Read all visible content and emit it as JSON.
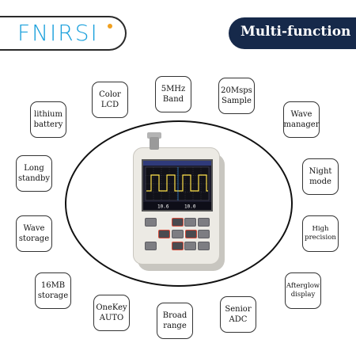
{
  "brand": {
    "logo_text": "FNIRSI"
  },
  "header": {
    "title": "Multi-function"
  },
  "features": [
    {
      "id": "lithium-battery",
      "label": "lithium battery"
    },
    {
      "id": "color-lcd",
      "label": "Color LCD"
    },
    {
      "id": "5mhz-band",
      "label": "5MHz Band"
    },
    {
      "id": "20msps-sample",
      "label": "20Msps Sample"
    },
    {
      "id": "wave-manager",
      "label": "Wave manager"
    },
    {
      "id": "long-standby",
      "label": "Long standby"
    },
    {
      "id": "night-mode",
      "label": "Night mode"
    },
    {
      "id": "wave-storage",
      "label": "Wave storage"
    },
    {
      "id": "high-precision",
      "label": "High precision"
    },
    {
      "id": "16mb-storage",
      "label": "16MB storage"
    },
    {
      "id": "afterglow-display",
      "label": "Afterglow display"
    },
    {
      "id": "onekey-auto",
      "label": "OneKey AUTO"
    },
    {
      "id": "broad-range",
      "label": "Broad range"
    },
    {
      "id": "senior-adc",
      "label": "Senior ADC"
    }
  ],
  "device": {
    "screen_readout_1": "10.6",
    "screen_readout_2": "10.0",
    "colors": {
      "wave": "#ffe24a",
      "grid": "#4b4b5c",
      "key_outline": "#d24a3a"
    }
  },
  "colors": {
    "header_bg": "#16294a",
    "logo": "#1aa0dc",
    "logo_dot": "#f0a020"
  }
}
